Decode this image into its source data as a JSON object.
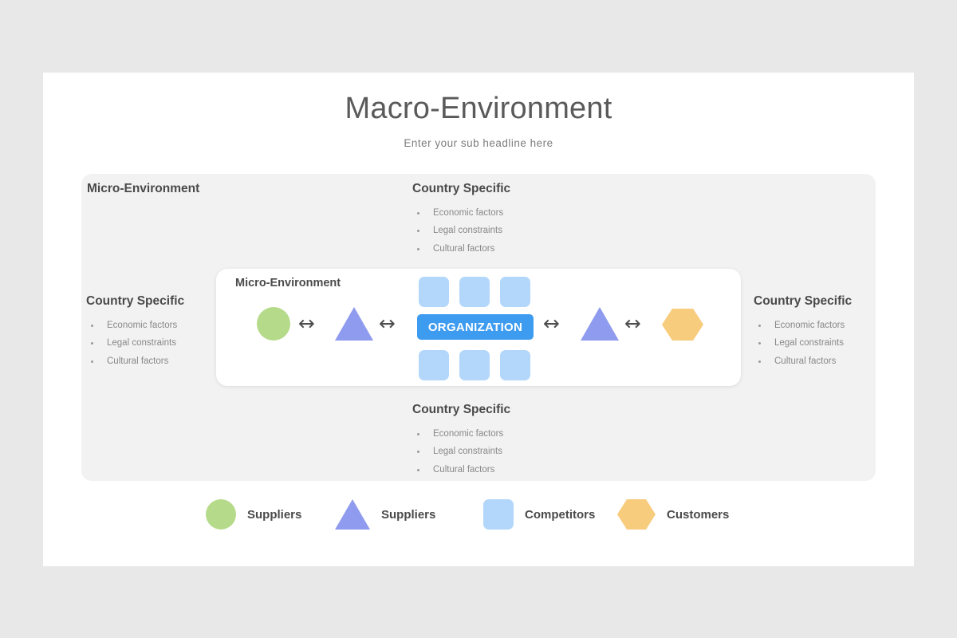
{
  "slide": {
    "title": "Macro-Environment",
    "subtitle": "Enter your sub headline here",
    "macro_label": "Micro-Environment",
    "micro_card_label": "Micro-Environment",
    "organization_label": "ORGANIZATION"
  },
  "country_specific": {
    "title": "Country Specific",
    "bullets": [
      "Economic factors",
      "Legal constraints",
      "Cultural factors"
    ]
  },
  "blocks": [
    {
      "position": "top",
      "title": "Country Specific",
      "bullets": [
        "Economic factors",
        "Legal constraints",
        "Cultural factors"
      ]
    },
    {
      "position": "bottom",
      "title": "Country Specific",
      "bullets": [
        "Economic factors",
        "Legal constraints",
        "Cultural factors"
      ]
    },
    {
      "position": "left",
      "title": "Country Specific",
      "bullets": [
        "Economic factors",
        "Legal constraints",
        "Cultural factors"
      ]
    },
    {
      "position": "right",
      "title": "Country Specific",
      "bullets": [
        "Economic factors",
        "Legal constraints",
        "Cultural factors"
      ]
    }
  ],
  "arrows": {
    "glyph": "↔",
    "count": 4
  },
  "legend": [
    {
      "shape": "circle",
      "label": "Suppliers",
      "color": "#b5db8a"
    },
    {
      "shape": "triangle",
      "label": "Suppliers",
      "color": "#8f9bee"
    },
    {
      "shape": "square",
      "label": "Competitors",
      "color": "#b3d7fa"
    },
    {
      "shape": "hexagon",
      "label": "Customers",
      "color": "#f8cc7d"
    }
  ],
  "colors": {
    "page_background": "#e9e8e8",
    "slide_background": "#ffffff",
    "macro_panel": "#f2f2f2",
    "card_background": "#ffffff",
    "organization_blue": "#3d9bf0",
    "competitor_blue": "#b3d7fa",
    "supplier_green": "#b5db8a",
    "supplier_purple": "#8f9bee",
    "customer_orange": "#f8cc7d",
    "heading_text": "#4a4a4a",
    "body_text": "#888888",
    "title_text": "#5a5a5a"
  }
}
